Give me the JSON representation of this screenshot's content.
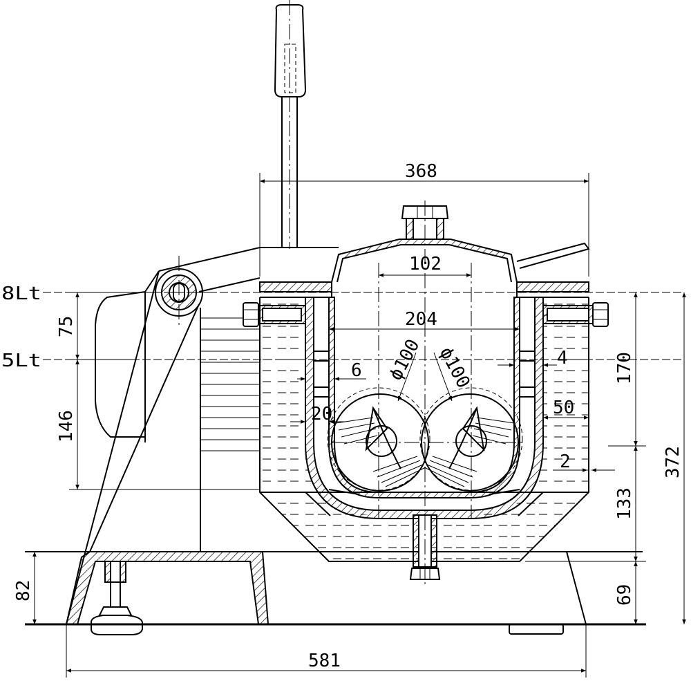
{
  "drawing": {
    "level_labels": {
      "upper": "8Lt",
      "lower": "5Lt"
    },
    "dimensions": {
      "overall_width_top": "368",
      "inner_102": "102",
      "inner_204": "204",
      "dia_left": "ϕ100",
      "dia_right": "ϕ100",
      "wall_6": "6",
      "wall_4": "4",
      "gap_20": "20",
      "gap_50": "50",
      "gap_2": "2",
      "height_75": "75",
      "height_146": "146",
      "height_82": "82",
      "height_170": "170",
      "height_133": "133",
      "height_69": "69",
      "height_372": "372",
      "base_width_581": "581"
    }
  }
}
